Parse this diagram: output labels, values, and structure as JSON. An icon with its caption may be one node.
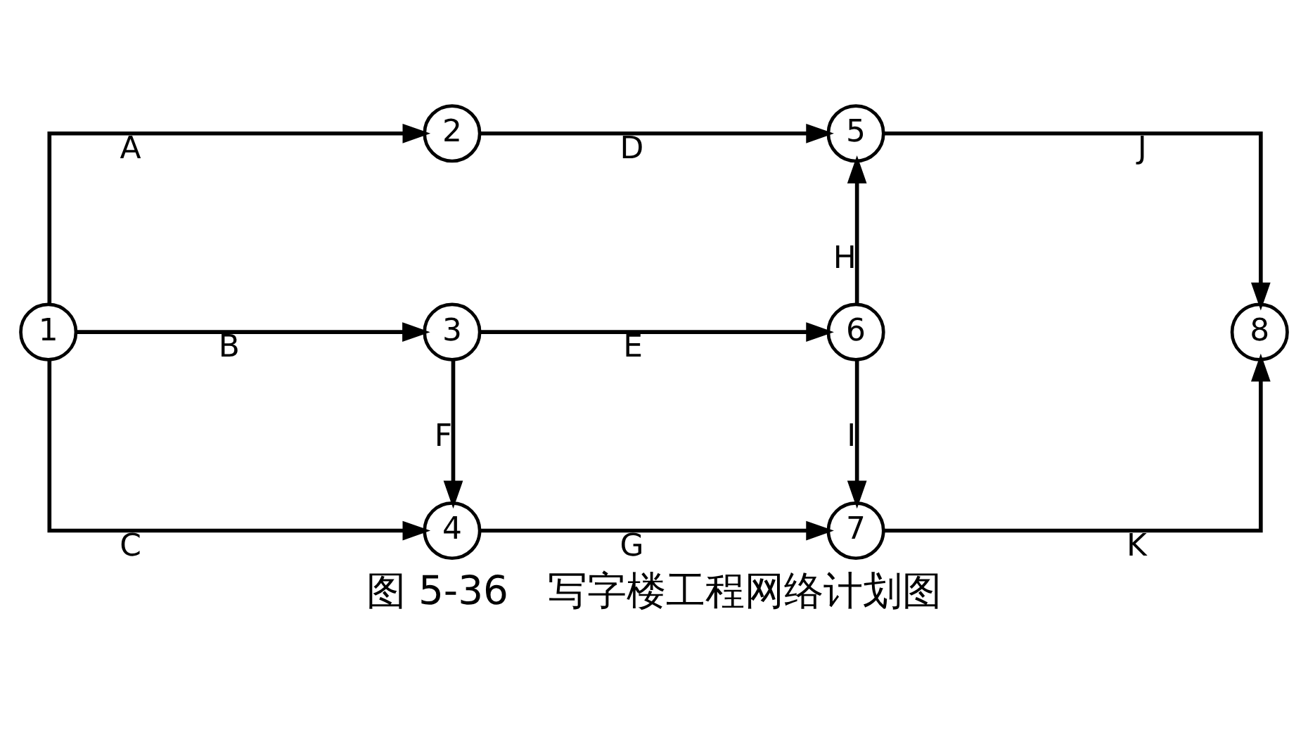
{
  "diagram": {
    "caption": "图 5-36　写字楼工程网络计划图",
    "nodes": [
      {
        "text": [
          "1"
        ]
      },
      {
        "text": [
          "2"
        ]
      },
      {
        "text": [
          "3"
        ]
      },
      {
        "text": [
          "4"
        ]
      },
      {
        "text": [
          "5"
        ]
      },
      {
        "text": [
          "6"
        ]
      },
      {
        "text": [
          "7"
        ]
      },
      {
        "text": [
          "8"
        ]
      }
    ],
    "edges": [
      {
        "from": 0,
        "to": 1,
        "arrow": "to",
        "label": "A"
      },
      {
        "from": 0,
        "to": 2,
        "arrow": "to",
        "label": "B"
      },
      {
        "from": 0,
        "to": 3,
        "arrow": "to",
        "label": "C"
      },
      {
        "from": 1,
        "to": 4,
        "arrow": "to",
        "label": "D"
      },
      {
        "from": 2,
        "to": 5,
        "arrow": "to",
        "label": "E"
      },
      {
        "from": 2,
        "to": 3,
        "arrow": "to",
        "label": "F"
      },
      {
        "from": 3,
        "to": 6,
        "arrow": "to",
        "label": "G"
      },
      {
        "from": 5,
        "to": 4,
        "arrow": "to",
        "label": "H"
      },
      {
        "from": 5,
        "to": 6,
        "arrow": "to",
        "label": "I"
      },
      {
        "from": 4,
        "to": 7,
        "arrow": "to",
        "label": "J"
      },
      {
        "from": 6,
        "to": 7,
        "arrow": "to",
        "label": "K"
      }
    ]
  }
}
